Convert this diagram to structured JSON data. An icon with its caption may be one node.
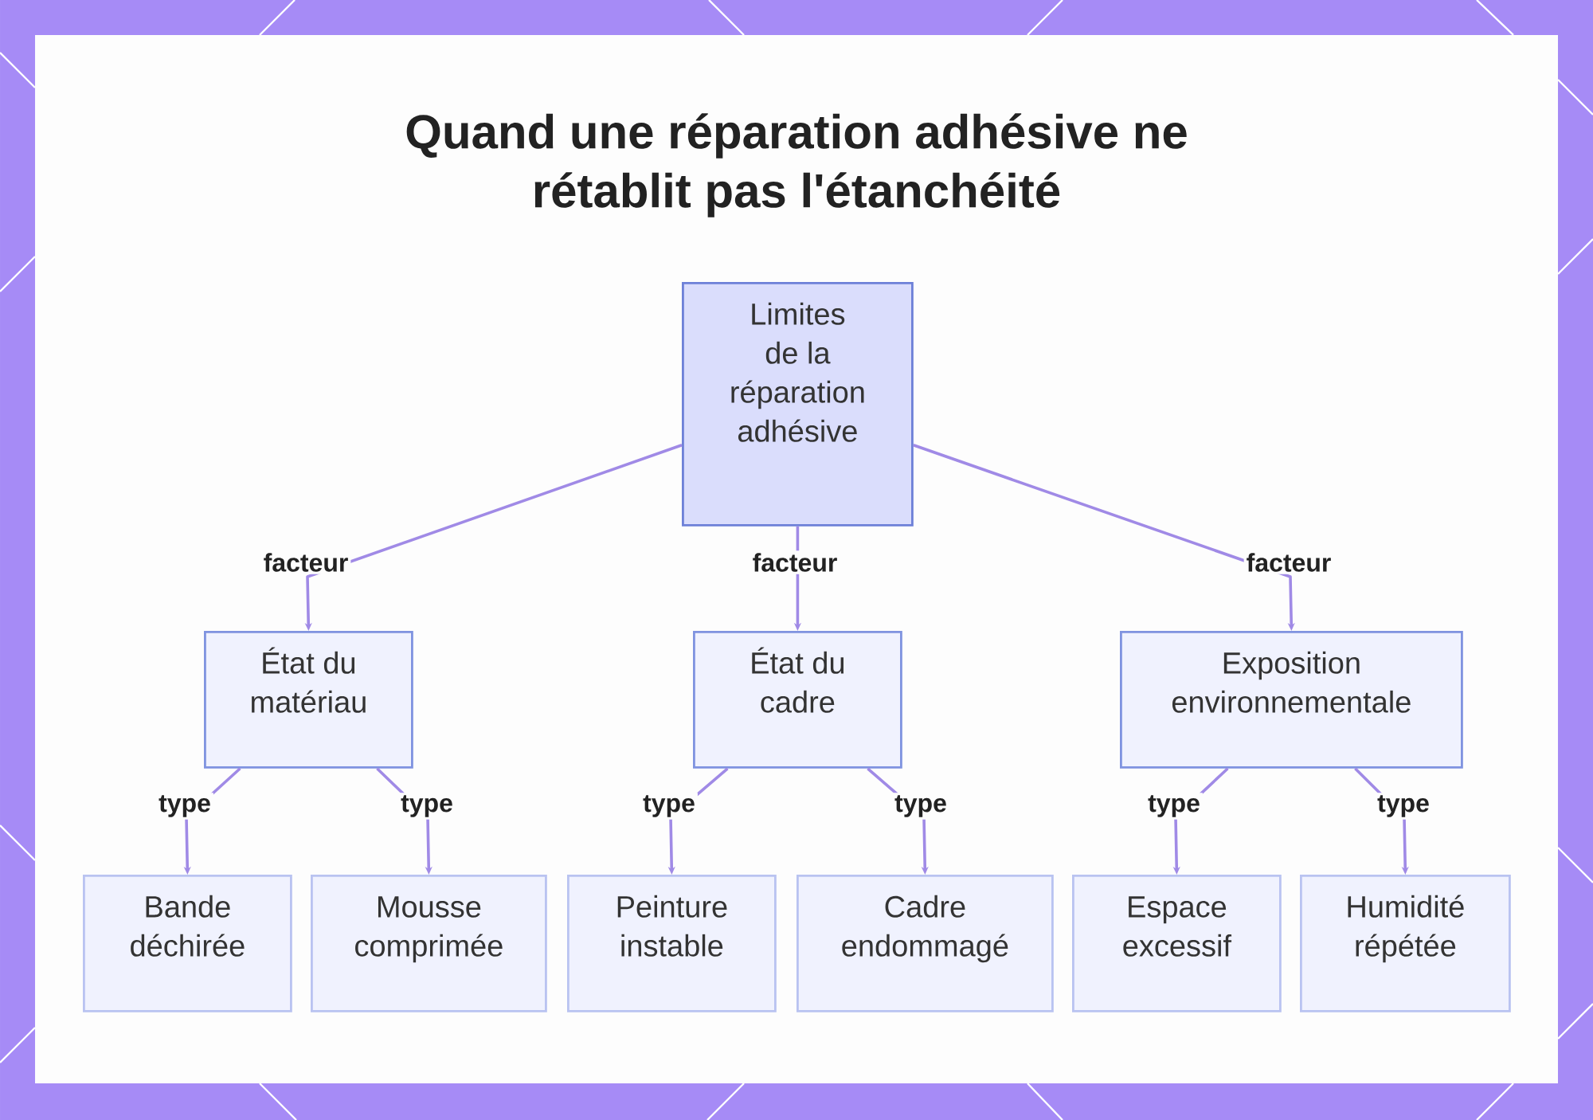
{
  "diagram": {
    "title": "Quand une réparation adhésive ne rétablit pas l'étanchéité",
    "nodes": [
      {
        "text": [
          "Limites de la réparation adhésive"
        ]
      },
      {
        "text": [
          "État du matériau"
        ]
      },
      {
        "text": [
          "État du cadre"
        ]
      },
      {
        "text": [
          "Exposition environnementale"
        ]
      },
      {
        "text": [
          "Bande déchirée"
        ]
      },
      {
        "text": [
          "Mousse comprimée"
        ]
      },
      {
        "text": [
          "Peinture instable"
        ]
      },
      {
        "text": [
          "Cadre endommagé"
        ]
      },
      {
        "text": [
          "Espace excessif"
        ]
      },
      {
        "text": [
          "Humidité répétée"
        ]
      }
    ],
    "edges": [
      {
        "from": 0,
        "to": 1,
        "arrow": "to",
        "label": "facteur"
      },
      {
        "from": 0,
        "to": 2,
        "arrow": "to",
        "label": "facteur"
      },
      {
        "from": 0,
        "to": 3,
        "arrow": "to",
        "label": "facteur"
      },
      {
        "from": 1,
        "to": 4,
        "arrow": "to",
        "label": "type"
      },
      {
        "from": 1,
        "to": 5,
        "arrow": "to",
        "label": "type"
      },
      {
        "from": 2,
        "to": 6,
        "arrow": "to",
        "label": "type"
      },
      {
        "from": 2,
        "to": 7,
        "arrow": "to",
        "label": "type"
      },
      {
        "from": 3,
        "to": 8,
        "arrow": "to",
        "label": "type"
      },
      {
        "from": 3,
        "to": 9,
        "arrow": "to",
        "label": "type"
      }
    ]
  }
}
